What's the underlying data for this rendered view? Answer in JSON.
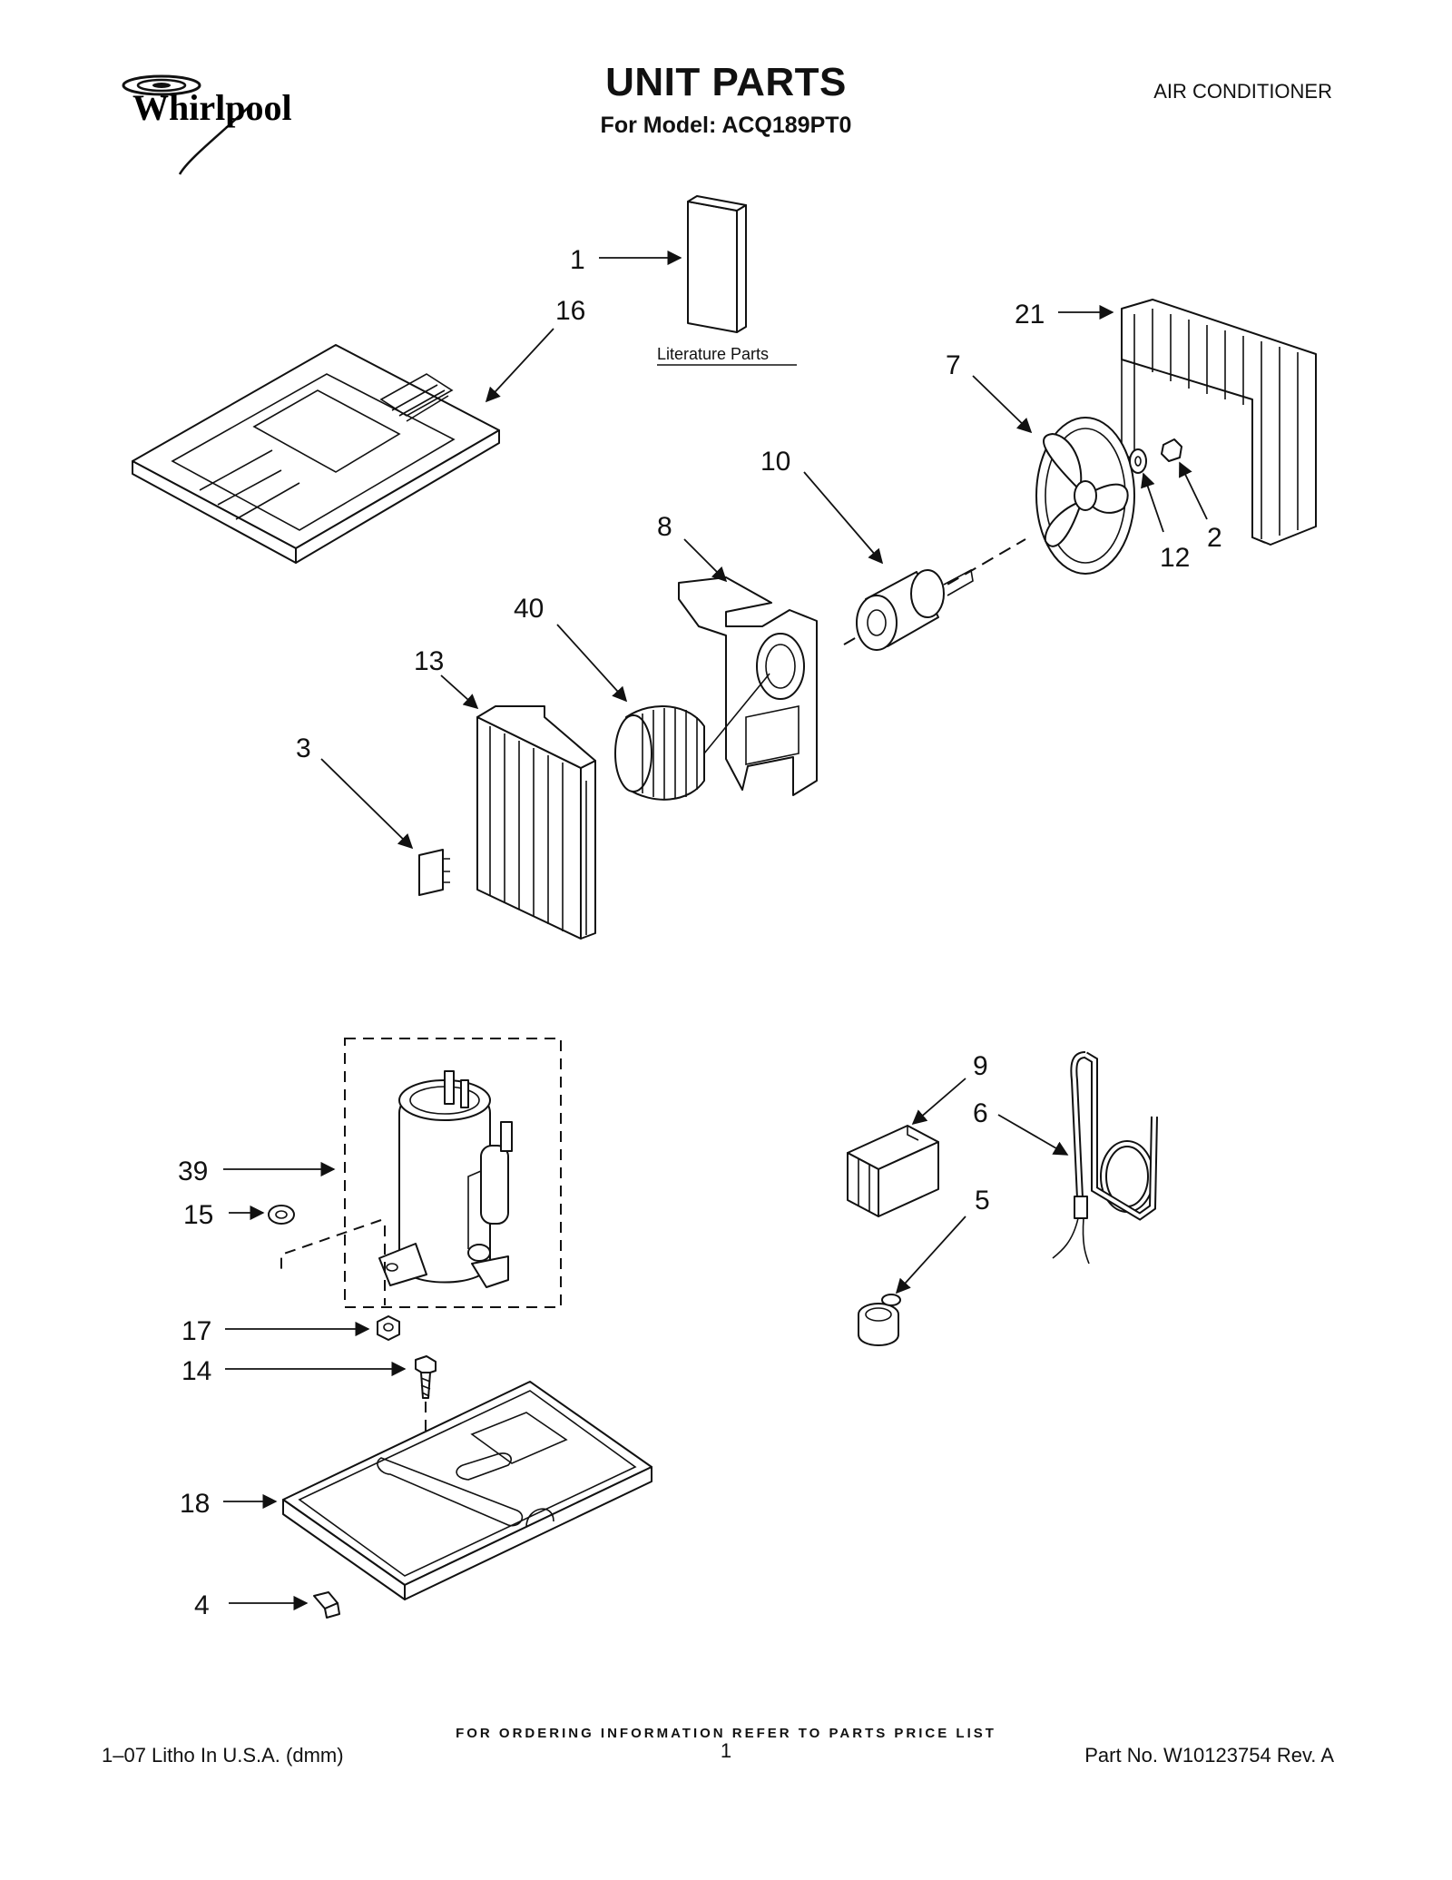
{
  "header": {
    "brand": "Whirlpool",
    "title": "UNIT PARTS",
    "subtitle": "For Model: ACQ189PT0",
    "product": "AIR CONDITIONER"
  },
  "literature_label": "Literature Parts",
  "callouts": {
    "c1": "1",
    "c16": "16",
    "c21": "21",
    "c7": "7",
    "c10": "10",
    "c2": "2",
    "c12": "12",
    "c8": "8",
    "c40": "40",
    "c13": "13",
    "c3": "3",
    "c9": "9",
    "c6": "6",
    "c5": "5",
    "c39": "39",
    "c15": "15",
    "c17": "17",
    "c14": "14",
    "c18": "18",
    "c4": "4"
  },
  "footer": {
    "note": "FOR ORDERING INFORMATION REFER TO PARTS PRICE LIST",
    "left": "1–07 Litho In U.S.A. (dmm)",
    "page": "1",
    "right": "Part No. W10123754 Rev. A"
  }
}
